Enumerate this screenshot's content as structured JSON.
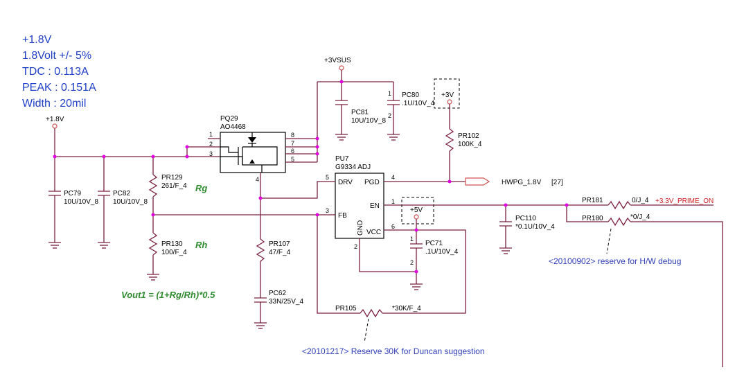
{
  "notes": {
    "line1": "+1.8V",
    "line2": "1.8Volt +/- 5%",
    "line3": "TDC : 0.113A",
    "line4": "PEAK : 0.151A",
    "line5": "Width : 20mil"
  },
  "power": {
    "p18": "+1.8V",
    "p3vsus": "+3VSUS",
    "p3v": "+3V",
    "p5v": "+5V"
  },
  "mosfet": {
    "ref": "PQ29",
    "part": "AO4468",
    "pins": [
      "1",
      "2",
      "3",
      "4",
      "5",
      "6",
      "7",
      "8"
    ]
  },
  "ic": {
    "ref": "PU7",
    "part": "G9334 ADJ",
    "pins": {
      "drv": "DRV",
      "pgd": "PGD",
      "en": "EN",
      "fb": "FB",
      "vcc": "VCC",
      "gnd": "GND"
    },
    "pin_numbers": {
      "drv": "5",
      "pgd": "4",
      "en": "1",
      "fb": "3",
      "vcc": "6",
      "gnd": "2"
    }
  },
  "components": {
    "pc79": {
      "ref": "PC79",
      "value": "10U/10V_8"
    },
    "pc82": {
      "ref": "PC82",
      "value": "10U/10V_8"
    },
    "pr129": {
      "ref": "PR129",
      "value": "261/F_4"
    },
    "pr130": {
      "ref": "PR130",
      "value": "100/F_4"
    },
    "pr107": {
      "ref": "PR107",
      "value": "47/F_4"
    },
    "pc62": {
      "ref": "PC62",
      "value": "33N/25V_4"
    },
    "pc81": {
      "ref": "PC81",
      "value": "10U/10V_8"
    },
    "pc80": {
      "ref": "PC80",
      "value": ".1U/10V_4",
      "pins": [
        "1",
        "2"
      ]
    },
    "pr102": {
      "ref": "PR102",
      "value": "100K_4"
    },
    "pc71": {
      "ref": "PC71",
      "value": ".1U/10V_4",
      "pins": [
        "1",
        "2"
      ]
    },
    "pc110": {
      "ref": "PC110",
      "value": "*0.1U/10V_4"
    },
    "pr181": {
      "ref": "PR181",
      "value": "0/J_4"
    },
    "pr180": {
      "ref": "PR180",
      "value": "*0/J_4"
    },
    "pr105": {
      "ref": "PR105",
      "value": "*30K/F_4"
    }
  },
  "labels": {
    "rg": "Rg",
    "rh": "Rh",
    "formula": "Vout1 = (1+Rg/Rh)*0.5",
    "hwpg": "HWPG_1.8V",
    "hwpg_ref": "[27]",
    "prime_on": "+3.3V_PRIME_ON",
    "note_debug": "<20100902> reserve for H/W debug",
    "note_duncan": "<20101217> Reserve 30K for Duncan suggestion"
  }
}
